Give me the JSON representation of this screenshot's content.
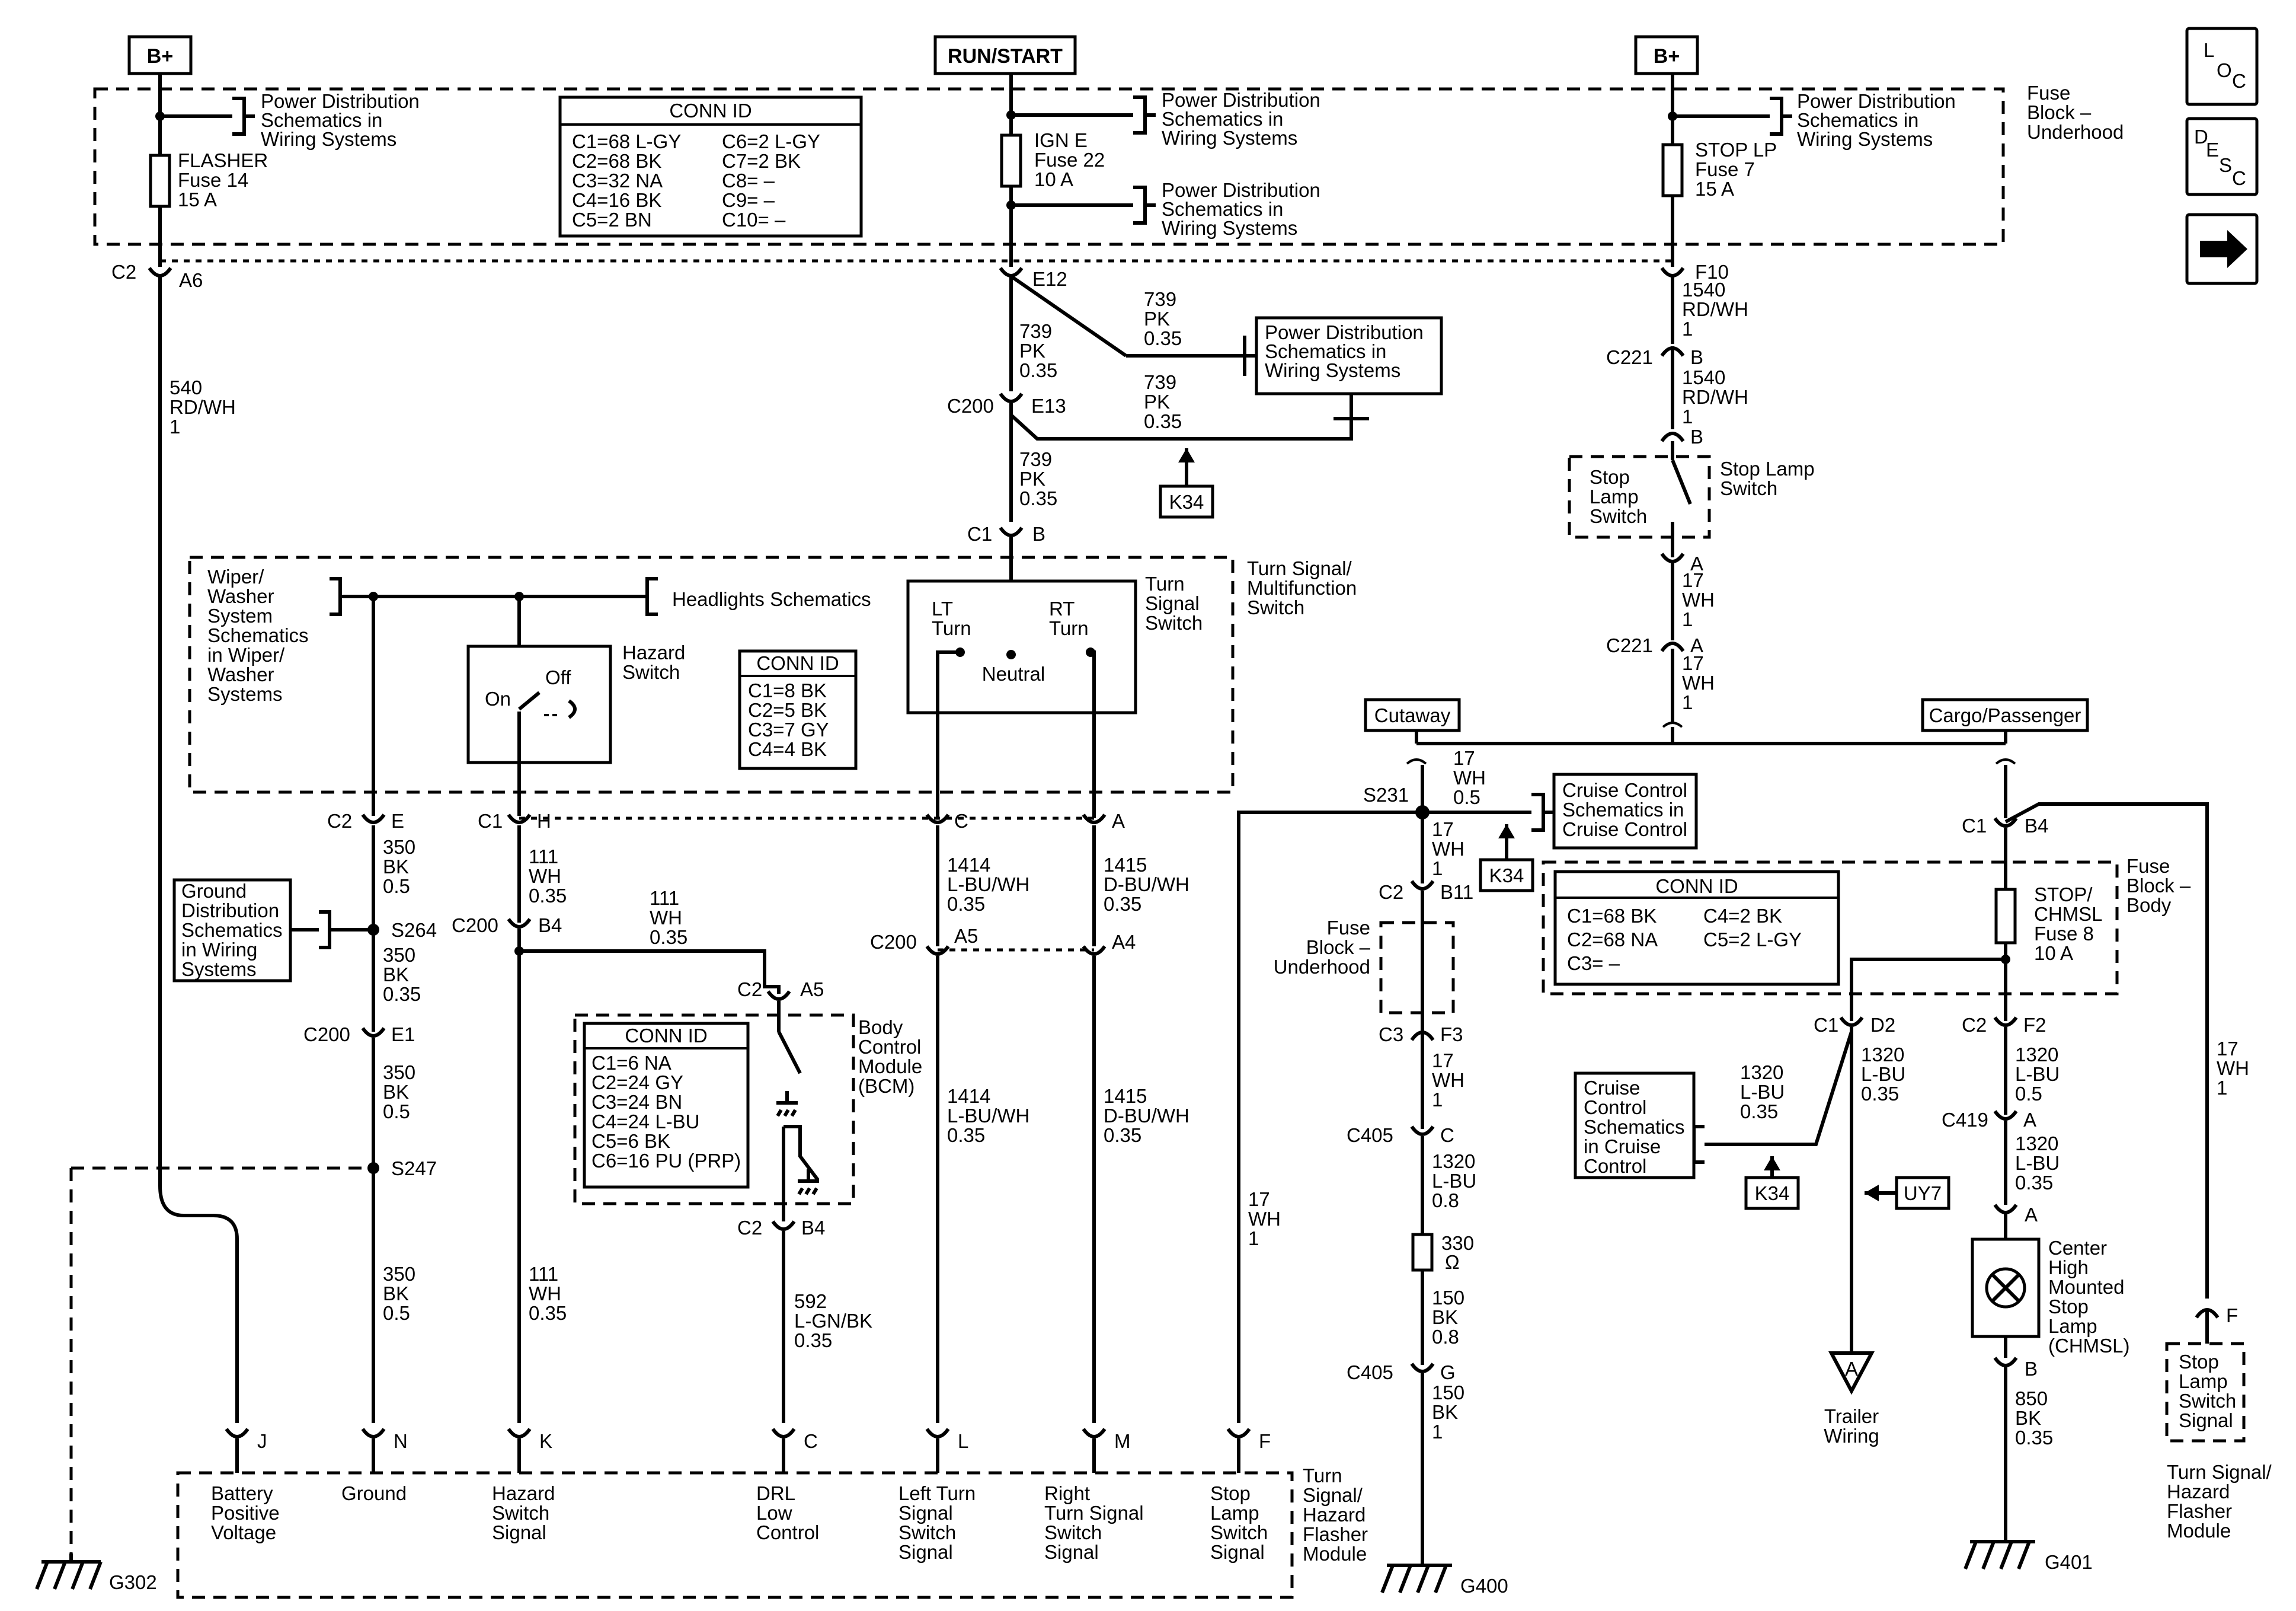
{
  "sources": {
    "b_plus_left": "B+",
    "run_start": "RUN/START",
    "b_plus_right": "B+"
  },
  "nav": {
    "loc": "L O C",
    "desc": "D E S C",
    "next": "→"
  },
  "ref_pd": "Power Distribution Schematics in Wiring Systems",
  "ref_pd_lines": [
    "Power Distribution",
    "Schematics in",
    "Wiring  Systems"
  ],
  "fuse_block_underhood": [
    "Fuse",
    "Block –",
    "Underhood"
  ],
  "fuses": {
    "flasher": [
      "FLASHER",
      "Fuse 14",
      "15 A"
    ],
    "ign_e": [
      "IGN E",
      "Fuse 22",
      "10 A"
    ],
    "stop_lp": [
      "STOP LP",
      "Fuse 7",
      "15 A"
    ],
    "stop_chmsl": [
      "STOP/",
      "CHMSL",
      "Fuse 8",
      "10 A"
    ]
  },
  "conn_id_top": {
    "title": "CONN ID",
    "left": [
      "C1=68 L-GY",
      "C2=68 BK",
      "C3=32 NA",
      "C4=16 BK",
      "C5=2 BN"
    ],
    "right": [
      "C6=2 L-GY",
      "C7=2 BK",
      "C8= –",
      "C9= –",
      "C10= –"
    ]
  },
  "conn_id_switch": {
    "title": "CONN ID",
    "rows": [
      "C1=8 BK",
      "C2=5 BK",
      "C3=7 GY",
      "C4=4 BK"
    ]
  },
  "conn_id_bcm": {
    "title": "CONN ID",
    "rows": [
      "C1=6 NA",
      "C2=24 GY",
      "C3=24 BN",
      "C4=24 L-BU",
      "C5=6 BK",
      "C6=16 PU (PRP)"
    ]
  },
  "conn_id_body": {
    "title": "CONN ID",
    "left": [
      "C1=68 BK",
      "C2=68 NA",
      "C3= –"
    ],
    "right": [
      "C4=2 BK",
      "C5=2 L-GY"
    ]
  },
  "wires": {
    "w540": [
      "540",
      "RD/WH",
      "1"
    ],
    "w739a": [
      "739",
      "PK",
      "0.35"
    ],
    "w739b": [
      "739",
      "PK",
      "0.35"
    ],
    "w739c": [
      "739",
      "PK",
      "0.35"
    ],
    "w739d": [
      "739",
      "PK",
      "0.35"
    ],
    "w1540a": [
      "1540",
      "RD/WH",
      "1"
    ],
    "w1540b": [
      "1540",
      "RD/WH",
      "1"
    ],
    "w17a": [
      "17",
      "WH",
      "1"
    ],
    "w17b": [
      "17",
      "WH",
      "1"
    ],
    "w17c": [
      "17",
      "WH",
      "0.5"
    ],
    "w17d": [
      "17",
      "WH",
      "1"
    ],
    "w17e": [
      "17",
      "WH",
      "1"
    ],
    "w17f": [
      "17",
      "WH",
      "1"
    ],
    "w17g": [
      "17",
      "WH",
      "1"
    ],
    "w350a": [
      "350",
      "BK",
      "0.5"
    ],
    "w350b": [
      "350",
      "BK",
      "0.35"
    ],
    "w350c": [
      "350",
      "BK",
      "0.5"
    ],
    "w350d": [
      "350",
      "BK",
      "0.5"
    ],
    "w111a": [
      "111",
      "WH",
      "0.35"
    ],
    "w111b": [
      "111",
      "WH",
      "0.35"
    ],
    "w111c": [
      "111",
      "WH",
      "0.35"
    ],
    "w1414a": [
      "1414",
      "L-BU/WH",
      "0.35"
    ],
    "w1414b": [
      "1414",
      "L-BU/WH",
      "0.35"
    ],
    "w1415a": [
      "1415",
      "D-BU/WH",
      "0.35"
    ],
    "w1415b": [
      "1415",
      "D-BU/WH",
      "0.35"
    ],
    "w592": [
      "592",
      "L-GN/BK",
      "0.35"
    ],
    "w1320a": [
      "1320",
      "L-BU",
      "0.8"
    ],
    "w1320b": [
      "1320",
      "L-BU",
      "0.35"
    ],
    "w1320c": [
      "1320",
      "L-BU",
      "0.35"
    ],
    "w1320d": [
      "1320",
      "L-BU",
      "0.5"
    ],
    "w1320e": [
      "1320",
      "L-BU",
      "0.35"
    ],
    "w150a": [
      "150",
      "BK",
      "0.8"
    ],
    "w150b": [
      "150",
      "BK",
      "1"
    ],
    "w850": [
      "850",
      "BK",
      "0.35"
    ]
  },
  "connectors": {
    "c2": "C2",
    "a6": "A6",
    "e12": "E12",
    "f10": "F10",
    "c200a": "C200",
    "e13": "E13",
    "c1a": "C1",
    "b_c1a": "B",
    "c221a": "C221",
    "b_c221a": "B",
    "b_sw": "B",
    "a_sw": "A",
    "c221b": "C221",
    "a_c221b": "A",
    "c2e": "C2",
    "e": "E",
    "c1h": "C1",
    "h": "H",
    "c_pin": "C",
    "a_pin": "A",
    "c200b": "C200",
    "b4": "B4",
    "c200c": "C200",
    "a5": "A5",
    "a4": "A4",
    "c200d": "C200",
    "e1": "E1",
    "c2a5": "C2",
    "a5b": "A5",
    "c2b4": "C2",
    "b4b": "B4",
    "s231": "S231",
    "s264": "S264",
    "s247": "S247",
    "c2b11": "C2",
    "b11": "B11",
    "c3f3": "C3",
    "f3": "F3",
    "c405a": "C405",
    "c_405": "C",
    "c405b": "C405",
    "g_405": "G",
    "c1b4": "C1",
    "b4c": "B4",
    "c1d2": "C1",
    "d2": "D2",
    "c2f2": "C2",
    "f2": "F2",
    "c419": "C419",
    "a_419": "A",
    "a_lamp": "A",
    "b_lamp": "B",
    "f_pin": "F",
    "j": "J",
    "n": "N",
    "k": "K",
    "c_drl": "C",
    "l": "L",
    "m": "M",
    "f_mod": "F"
  },
  "resistor": "330 Ω",
  "ohm": "330",
  "ref_k34": "K34",
  "ref_uy7": "UY7",
  "labels": {
    "stop_lamp_switch_left": [
      "Stop",
      "Lamp",
      "Switch"
    ],
    "stop_lamp_switch_right": [
      "Stop Lamp",
      "Switch"
    ],
    "turn_signal_multifunction": [
      "Turn Signal/",
      "Multifunction",
      "Switch"
    ],
    "turn_signal_switch": [
      "Turn",
      "Signal",
      "Switch"
    ],
    "lt_turn": [
      "LT",
      "Turn"
    ],
    "rt_turn": [
      "RT",
      "Turn"
    ],
    "neutral": "Neutral",
    "wiper": [
      "Wiper/",
      "Washer",
      "System",
      "Schematics",
      "in Wiper/",
      "Washer",
      "Systems"
    ],
    "headlights": "Headlights Schematics",
    "hazard_switch": [
      "Hazard",
      "Switch"
    ],
    "on": "On",
    "off": "Off",
    "cutaway": "Cutaway",
    "cargo": "Cargo/Passenger",
    "cruise_top": [
      "Cruise Control",
      "Schematics in",
      "Cruise Control"
    ],
    "cruise_left": [
      "Cruise",
      "Control",
      "Schematics",
      "in Cruise",
      "Control"
    ],
    "fuse_block_body": [
      "Fuse",
      "Block –",
      "Body"
    ],
    "fuse_block_underhood2": [
      "Fuse",
      "Block –",
      "Underhood"
    ],
    "ground_dist": [
      "Ground",
      "Distribution",
      "Schematics",
      "in Wiring",
      "Systems"
    ],
    "bcm": [
      "Body",
      "Control",
      "Module",
      "(BCM)"
    ],
    "chmsl": [
      "Center",
      "High",
      "Mounted",
      "Stop",
      "Lamp",
      "(CHMSL)"
    ],
    "trailer": [
      "Trailer",
      "Wiring"
    ],
    "trailer_arrow": "A",
    "stop_lamp_switch_signal": [
      "Stop",
      "Lamp",
      "Switch",
      "Signal"
    ],
    "tshfm_right": [
      "Turn Signal/",
      "Hazard",
      "Flasher",
      "Module"
    ],
    "tshfm_bottom": [
      "Turn",
      "Signal/",
      "Hazard",
      "Flasher",
      "Module"
    ],
    "module_pins": {
      "battery": [
        "Battery",
        "Positive",
        "Voltage"
      ],
      "ground": [
        "Ground"
      ],
      "hazard": [
        "Hazard",
        "Switch",
        "Signal"
      ],
      "drl": [
        "DRL",
        "Low",
        "Control"
      ],
      "left": [
        "Left Turn",
        "Signal",
        "Switch",
        "Signal"
      ],
      "right": [
        "Right",
        "Turn Signal",
        "Switch",
        "Signal"
      ],
      "stop": [
        "Stop",
        "Lamp",
        "Switch",
        "Signal"
      ]
    },
    "g302": "G302",
    "g400": "G400",
    "g401": "G401"
  }
}
